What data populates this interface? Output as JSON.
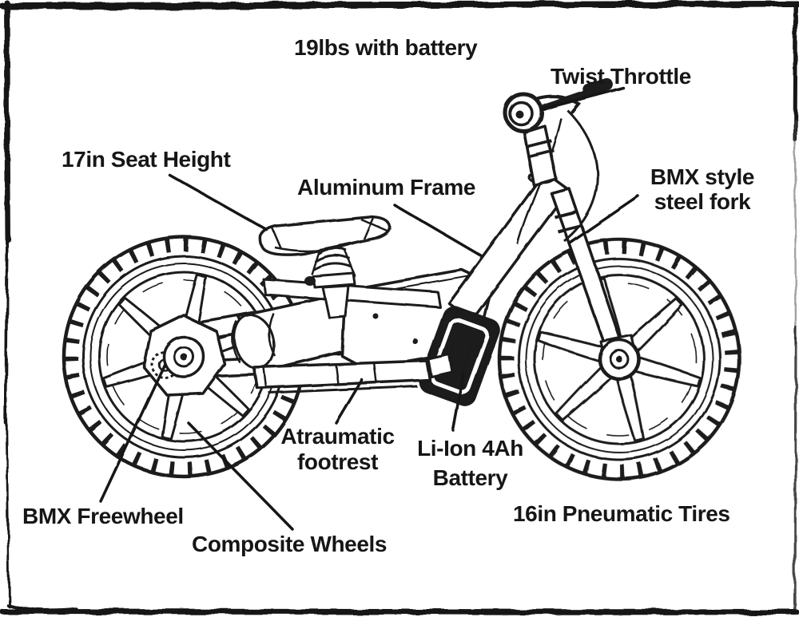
{
  "colors": {
    "ink": "#1a1a1a",
    "paper": "#ffffff"
  },
  "annotations": {
    "weight": {
      "text": "19lbs with battery"
    },
    "twist_throttle": {
      "text": "Twist Throttle"
    },
    "seat_height": {
      "text": "17in Seat Height"
    },
    "aluminum_frame": {
      "text": "Aluminum Frame"
    },
    "fork": {
      "lines": [
        "BMX style",
        "steel fork"
      ]
    },
    "footrest": {
      "lines": [
        "Atraumatic",
        "footrest"
      ]
    },
    "battery": {
      "lines": [
        "Li-Ion 4Ah",
        "Battery"
      ]
    },
    "freewheel": {
      "text": "BMX Freewheel"
    },
    "composite_wheels": {
      "text": "Composite Wheels"
    },
    "tires": {
      "text": "16in Pneumatic Tires"
    }
  }
}
